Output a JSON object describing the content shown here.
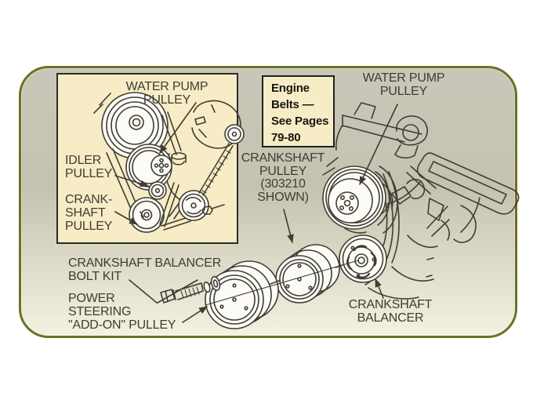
{
  "colors": {
    "page_bg": "#ffffff",
    "card_border": "#6d7125",
    "card_bg_top": "#c7c7b9",
    "card_bg_mid": "#c6c2b0",
    "card_bg_bottom": "#f3f2e0",
    "inset_bg": "#f7ecc5",
    "inset_border": "#2c2b25",
    "box_bg": "#f6edc6",
    "box_border": "#20201c",
    "box_text": "#171611",
    "line_color": "#3f3d34",
    "art_fill": "#fcfbf5",
    "label_color": "#3e3c34"
  },
  "inset_panel": {
    "labels": {
      "water_pump": [
        "WATER PUMP",
        "PULLEY"
      ],
      "idler": [
        "IDLER",
        "PULLEY"
      ],
      "crankshaft": [
        "CRANK-",
        "SHAFT",
        "PULLEY"
      ]
    }
  },
  "belts_note_box": {
    "lines": [
      "Engine",
      "Belts —",
      "See Pages",
      "79-80"
    ]
  },
  "main_labels": {
    "water_pump": [
      "WATER PUMP",
      "PULLEY"
    ],
    "crankshaft_pulley": [
      "CRANKSHAFT",
      "PULLEY",
      "(303210",
      "SHOWN)"
    ],
    "balancer_bolt_kit": [
      "CRANKSHAFT BALANCER",
      "BOLT KIT"
    ],
    "power_steering": [
      "POWER",
      "STEERING",
      "\"ADD-ON\" PULLEY"
    ],
    "crankshaft_balancer": [
      "CRANKSHAFT",
      "BALANCER"
    ]
  }
}
